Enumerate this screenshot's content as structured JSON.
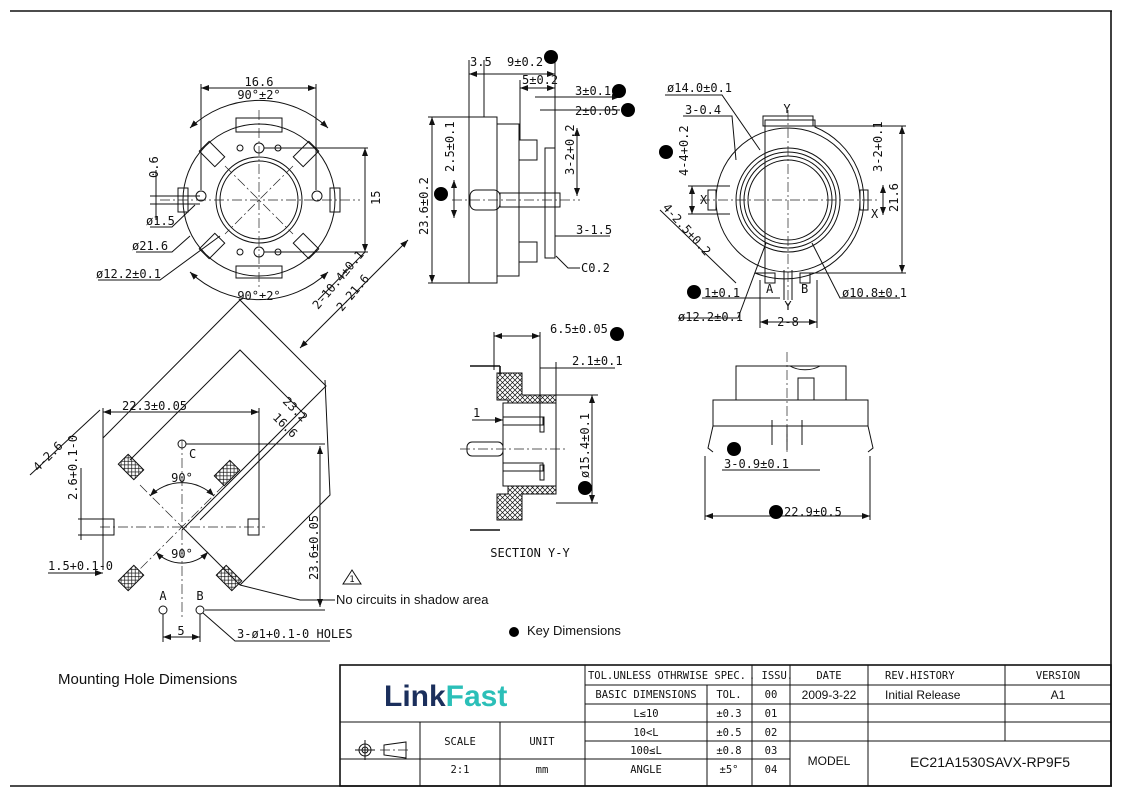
{
  "view_top": {
    "d1": "16.6",
    "d2": "90°±2°",
    "d3": "0.6",
    "d4": "ø1.5",
    "d5": "ø21.6",
    "d6": "ø12.2±0.1",
    "d7": "90°±2°",
    "d8": "15",
    "d9": "2-10.4±0.1",
    "d10": "2-21.6"
  },
  "view_side": {
    "d1": "3.5",
    "d2": "9±0.2",
    "d3": "5±0.2",
    "d4": "3±0.1",
    "d5": "2±0.05",
    "d6": "23.6±0.2",
    "d7": "2.5±0.1",
    "d8": "3-2+0.2",
    "d9": "3-1.5",
    "d10": "C0.2"
  },
  "view_front": {
    "d1": "ø14.0±0.1",
    "d2": "3-0.4",
    "d3": "4-4+0.2",
    "d4": "3-2+0.1",
    "d5": "21.6",
    "d6": "4-2.5+0.2",
    "d7": "1±0.1",
    "d8": "ø12.2±0.1",
    "d9": "ø10.8±0.1",
    "d10": "2-8",
    "y_top": "Y",
    "y_bottom": "Y",
    "x_left": "X",
    "x_right": "X",
    "pin_a": "A",
    "pin_b": "B"
  },
  "section": {
    "d1": "6.5±0.05",
    "d2": "2.1±0.1",
    "d3": "1",
    "d4": "ø15.4±0.1",
    "title": "SECTION Y-Y"
  },
  "bottom_view": {
    "d1": "3-0.9±0.1",
    "d2": "22.9±0.5"
  },
  "mounting": {
    "title": "Mounting Hole Dimensions",
    "d1": "22.3±0.05",
    "d2": "23.2",
    "d3": "16.6",
    "d4": "4-2.6",
    "d5": "2.6+0.1-0",
    "d6": "1.5+0.1-0",
    "d7": "23.6±0.05",
    "d8": "5",
    "d9": "3-ø1+0.1-0 HOLES",
    "angle1": "90°",
    "angle2": "90°",
    "c_label": "C",
    "a_label": "A",
    "b_label": "B",
    "warning_mark": "1",
    "note": "No circuits in shadow area"
  },
  "legend": {
    "key": "Key Dimensions"
  },
  "title_block": {
    "logo_link": "Link",
    "logo_fast": "Fast",
    "tol_header": "TOL.UNLESS OTHRWISE SPEC.",
    "issu_header": ". ISSU.",
    "date_header": "DATE",
    "rev_header": "REV.HISTORY",
    "version_header": "VERSION",
    "basic_dim": "BASIC DIMENSIONS",
    "tol_label": "TOL.",
    "rows": [
      {
        "range": "L≤10",
        "tol": "±0.3"
      },
      {
        "range": "10<L",
        "tol": "±0.5"
      },
      {
        "range": "100≤L",
        "tol": "±0.8"
      },
      {
        "range": "ANGLE",
        "tol": "±5°"
      }
    ],
    "issues": [
      "00",
      "01",
      "02",
      "03",
      "04"
    ],
    "date": "2009-3-22",
    "rev": "Initial Release",
    "version": "A1",
    "scale_label": "SCALE",
    "scale": "2:1",
    "unit_label": "UNIT",
    "unit": "mm",
    "model_label": "MODEL",
    "model": "EC21A1530SAVX-RP9F5",
    "colors": {
      "link": "#1b2f5c",
      "fast": "#2bbfb8"
    }
  }
}
